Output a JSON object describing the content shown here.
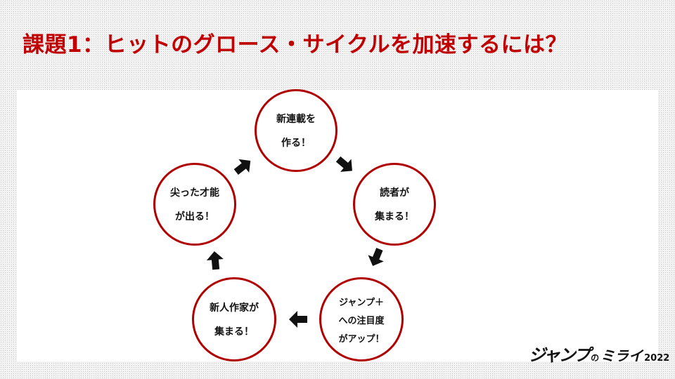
{
  "slide": {
    "title": "課題1：ヒットのグロース・サイクルを加速するには？"
  },
  "cycle": {
    "nodes": [
      {
        "id": "new-serial",
        "lines": [
          "新連載を",
          "作る！"
        ]
      },
      {
        "id": "readers-gather",
        "lines": [
          "読者が",
          "集まる！"
        ]
      },
      {
        "id": "jump-plus-attention",
        "lines": [
          "ジャンプ＋",
          "への注目度",
          "がアップ！"
        ]
      },
      {
        "id": "new-authors-gather",
        "lines": [
          "新人作家が",
          "集まる！"
        ]
      },
      {
        "id": "sharp-talent",
        "lines": [
          "尖った才能",
          "が出る！"
        ]
      }
    ],
    "colors": {
      "ring": "#b00000",
      "title": "#c00000",
      "arrow": "#111111"
    }
  },
  "logo": {
    "part1": "ジャンプ",
    "part2": "の",
    "part3": "ミライ",
    "year": "2022"
  }
}
